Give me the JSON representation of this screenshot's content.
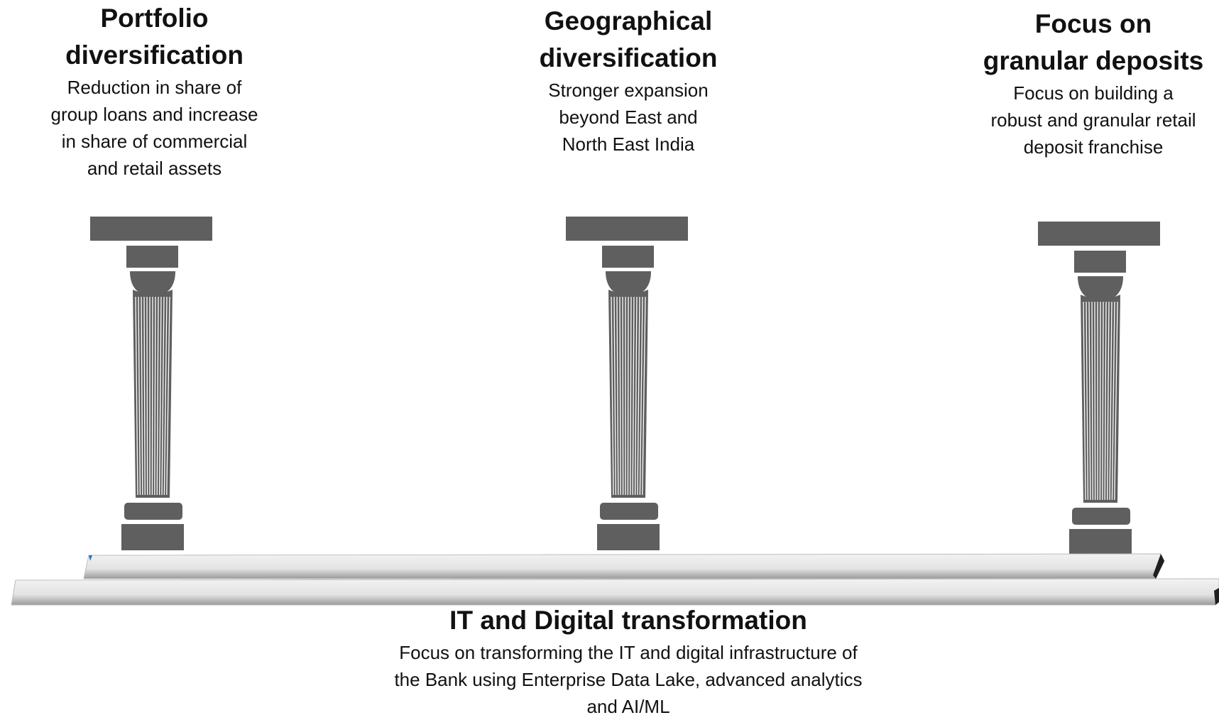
{
  "pillars": [
    {
      "title_line1": "Portfolio",
      "title_line2": "diversification",
      "desc_lines": [
        "Reduction in share of",
        "group loans and increase",
        "in share of commercial",
        "and retail assets"
      ]
    },
    {
      "title_line1": "Geographical",
      "title_line2": "diversification",
      "desc_lines": [
        "Stronger expansion",
        "beyond East and",
        "North East India"
      ]
    },
    {
      "title_line1": "Focus on",
      "title_line2": "granular deposits",
      "desc_lines": [
        "Focus on building a",
        "robust and granular retail",
        "deposit franchise"
      ]
    }
  ],
  "foundation": {
    "title": "IT and Digital transformation",
    "desc_lines": [
      "Focus on transforming the IT and digital infrastructure of",
      "the Bank using Enterprise Data Lake, advanced analytics",
      "and AI/ML"
    ]
  },
  "colors": {
    "pillar": "#5f5f5f",
    "base_light": "#e6e6e6",
    "base_dark": "#1a1a1a"
  }
}
